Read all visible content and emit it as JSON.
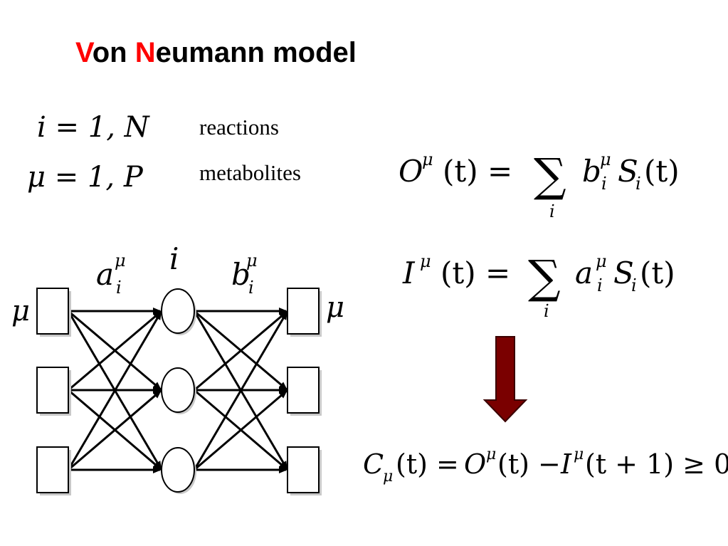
{
  "title": {
    "first_letter": "V",
    "part1": "on ",
    "second_letter": "N",
    "part2": "eumann model",
    "accent_color": "#ff0000"
  },
  "definitions": [
    {
      "math": "i = 1, N",
      "label": "reactions"
    },
    {
      "math": "μ = 1, P",
      "label": "metabolites"
    }
  ],
  "network": {
    "left_node_label": "μ",
    "right_node_label": "μ",
    "middle_node_label": "i",
    "left_weight_label": "a",
    "right_weight_label": "b",
    "weight_superscript": "μ",
    "weight_subscript": "i",
    "left_boxes": 3,
    "middle_circles": 3,
    "right_boxes": 3
  },
  "equations": {
    "output": {
      "lhs": "O",
      "sup": "μ",
      "arg": "(t) =",
      "sum": "∑",
      "sum_index": "i",
      "coef": "b",
      "coef_sup": "μ",
      "coef_sub": "i",
      "term": "S",
      "term_sub": "i",
      "term_arg": "(t)"
    },
    "input": {
      "lhs": "I",
      "sup": "μ",
      "arg": "(t) =",
      "sum": "∑",
      "sum_index": "i",
      "coef": "a",
      "coef_sup": "μ",
      "coef_sub": "i",
      "term": "S",
      "term_sub": "i",
      "term_arg": "(t)"
    },
    "constraint": {
      "c": "C",
      "c_sub": "μ",
      "c_arg": "(t) =",
      "o": "O",
      "o_sup": "μ",
      "o_arg": "(t) −",
      "i": "I",
      "i_sup": "μ",
      "i_arg": "(t + 1) ≥ 0"
    }
  },
  "arrow_color": "#7a0000"
}
